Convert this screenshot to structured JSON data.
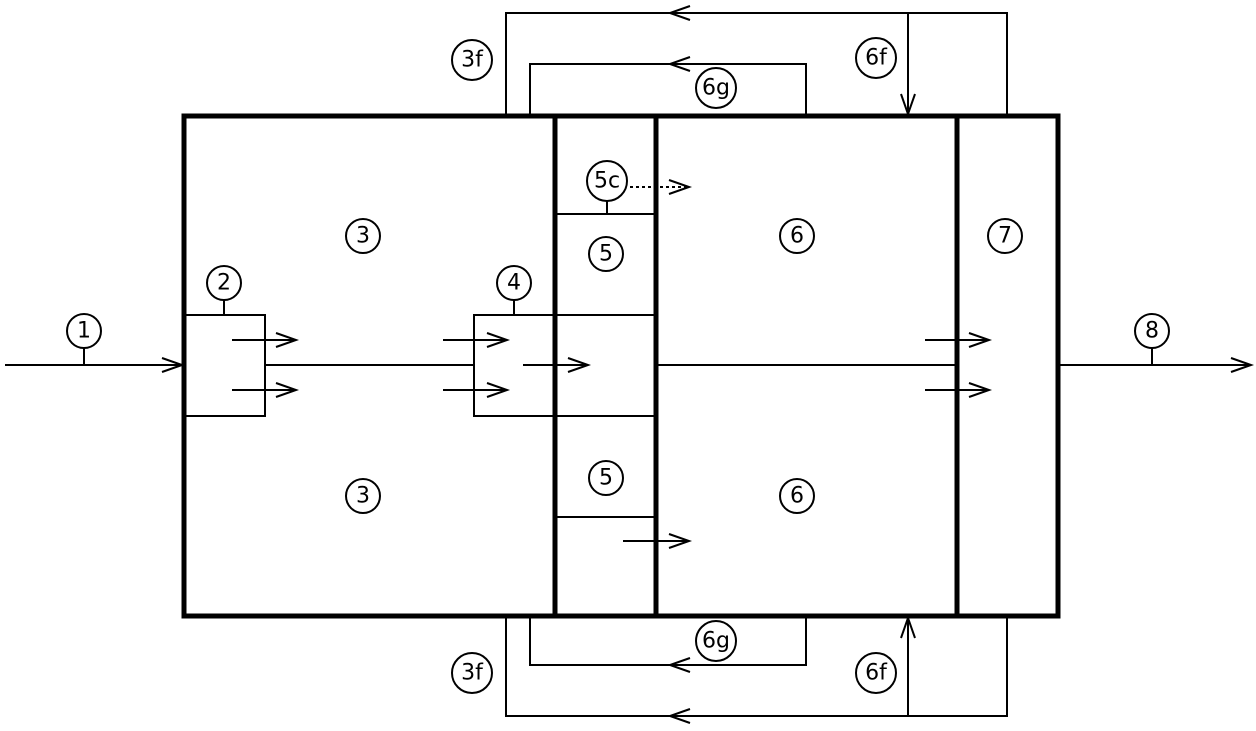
{
  "labels": {
    "l1": "1",
    "l2": "2",
    "l3_top": "3",
    "l3_bottom": "3",
    "l4": "4",
    "l5_top": "5",
    "l5_bottom": "5",
    "l5c": "5c",
    "l6_top": "6",
    "l6_bottom": "6",
    "l7": "7",
    "l8": "8",
    "l3f_top": "3f",
    "l3f_bottom": "3f",
    "l6f_top": "6f",
    "l6f_bottom": "6f",
    "l6g_top": "6g",
    "l6g_bottom": "6g"
  }
}
